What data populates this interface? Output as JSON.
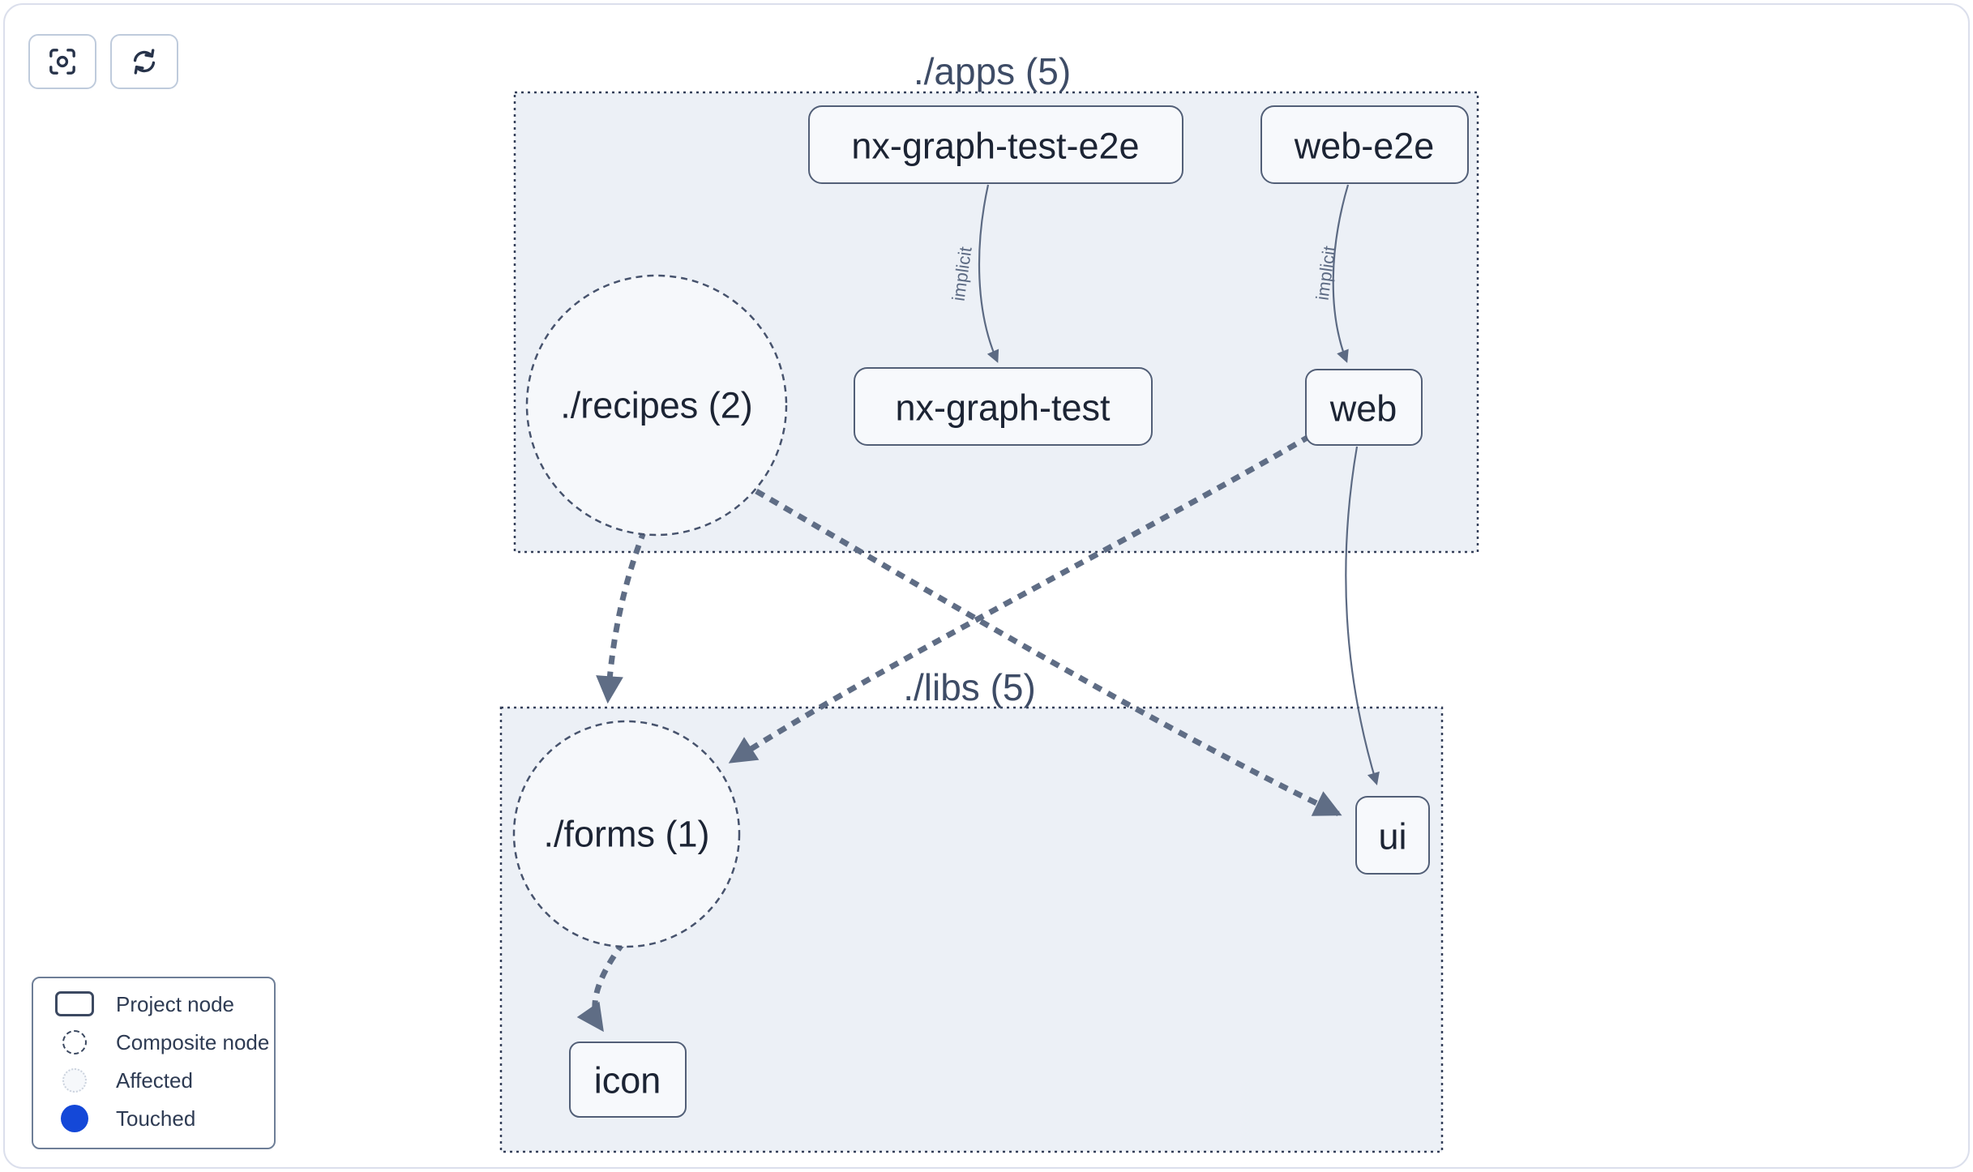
{
  "toolbar": {
    "buttons": [
      {
        "icon": "focus-icon"
      },
      {
        "icon": "refresh-icon"
      }
    ]
  },
  "graph": {
    "groups": [
      {
        "label": "./apps (5)"
      },
      {
        "label": "./libs (5)"
      }
    ],
    "composite_nodes": [
      {
        "label": "./recipes (2)",
        "group": "./apps (5)"
      },
      {
        "label": "./forms (1)",
        "group": "./libs (5)"
      }
    ],
    "project_nodes": [
      {
        "label": "nx-graph-test-e2e",
        "group": "./apps (5)"
      },
      {
        "label": "web-e2e",
        "group": "./apps (5)"
      },
      {
        "label": "nx-graph-test",
        "group": "./apps (5)"
      },
      {
        "label": "web",
        "group": "./apps (5)"
      },
      {
        "label": "ui",
        "group": "./libs (5)"
      },
      {
        "label": "icon",
        "group": "./libs (5)"
      }
    ],
    "edges": [
      {
        "from": "nx-graph-test-e2e",
        "to": "nx-graph-test",
        "type": "implicit",
        "label": "implicit"
      },
      {
        "from": "web-e2e",
        "to": "web",
        "type": "implicit",
        "label": "implicit"
      },
      {
        "from": "./recipes (2)",
        "to": "./forms (1)",
        "type": "composite",
        "label": ""
      },
      {
        "from": "./recipes (2)",
        "to": "ui",
        "type": "composite",
        "label": ""
      },
      {
        "from": "web",
        "to": "./forms (1)",
        "type": "composite",
        "label": ""
      },
      {
        "from": "web",
        "to": "ui",
        "type": "dependency",
        "label": ""
      },
      {
        "from": "./forms (1)",
        "to": "icon",
        "type": "composite",
        "label": ""
      }
    ]
  },
  "legend": {
    "items": [
      {
        "swatch": "project-node",
        "label": "Project node"
      },
      {
        "swatch": "composite-node",
        "label": "Composite node"
      },
      {
        "swatch": "affected",
        "label": "Affected"
      },
      {
        "swatch": "touched",
        "label": "Touched"
      }
    ]
  },
  "colors": {
    "touched_blue": "#1448d8",
    "group_fill": "#ecf0f6",
    "edge": "#5d6b83",
    "node_text": "#1c2434",
    "page_border": "#dbdfec"
  }
}
